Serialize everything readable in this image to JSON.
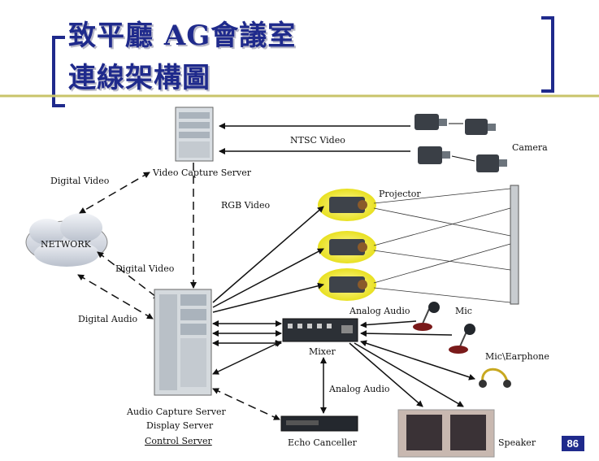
{
  "title": {
    "line1": "致平廳 AG會議室",
    "line2": "連線架構圖"
  },
  "labels": {
    "ntsc_video": "NTSC Video",
    "camera": "Camera",
    "video_capture_server": "Video Capture Server",
    "digital_video_top": "Digital Video",
    "rgb_video": "RGB Video",
    "projector": "Projector",
    "network": "NETWORK",
    "digital_video_mid": "Digital Video",
    "digital_audio": "Digital Audio",
    "analog_audio_top": "Analog Audio",
    "mic": "Mic",
    "mixer": "Mixer",
    "mic_earphone": "Mic\\Earphone",
    "analog_audio_bottom": "Analog Audio",
    "audio_capture_server": "Audio Capture Server",
    "display_server": "Display Server",
    "control_server": "Control Server",
    "echo_canceller": "Echo Canceller",
    "speaker": "Speaker"
  },
  "page_number": "86",
  "colors": {
    "title": "#1f2a8c",
    "accent_bar": "#c9c46a",
    "line": "#111111"
  }
}
